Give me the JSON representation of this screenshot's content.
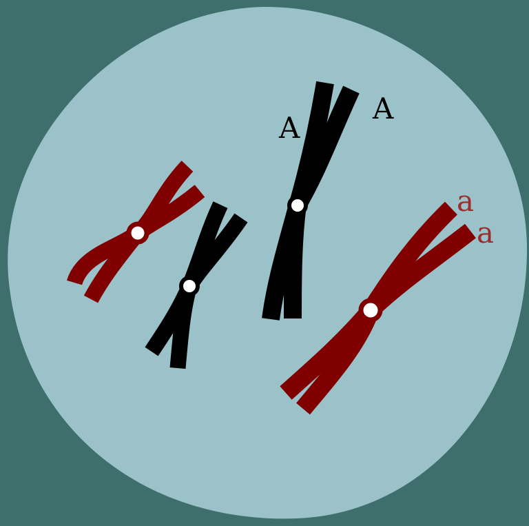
{
  "colors": {
    "background": "#3e6f6c",
    "cell": "#9bc2c9",
    "maternal": "#800000",
    "paternal": "#000000",
    "centromere_fill": "#ffffff",
    "label_dominant": "#000000",
    "label_recessive": "#9b2d2d"
  },
  "labels": {
    "dominant_left": "A",
    "dominant_right": "A",
    "recessive_top": "a",
    "recessive_bottom": "a"
  }
}
